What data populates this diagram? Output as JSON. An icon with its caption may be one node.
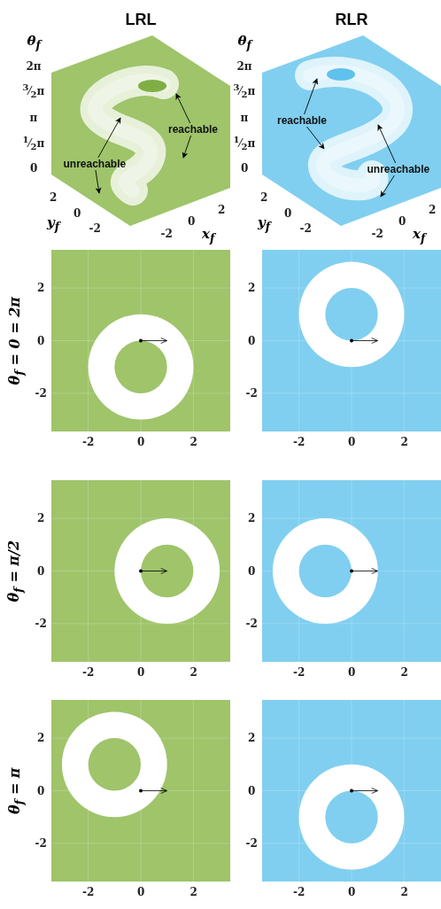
{
  "diagram": {
    "nodes": [
      {
        "text": [
          "reachable"
        ]
      },
      {
        "text": [
          "unreachable"
        ]
      },
      {
        "text": [
          "reachable"
        ]
      },
      {
        "text": [
          "unreachable"
        ]
      }
    ],
    "edges": [
      {
        "from": 0,
        "to": null,
        "arrow": "to"
      },
      {
        "from": 0,
        "to": null,
        "arrow": "to"
      },
      {
        "from": 1,
        "to": null,
        "arrow": "to"
      },
      {
        "from": 1,
        "to": null,
        "arrow": "to"
      },
      {
        "from": 2,
        "to": null,
        "arrow": "to"
      },
      {
        "from": 2,
        "to": null,
        "arrow": "to"
      },
      {
        "from": 3,
        "to": null,
        "arrow": "to"
      },
      {
        "from": 3,
        "to": null,
        "arrow": "to"
      }
    ],
    "labels": [
      "LRL",
      "RLR",
      "θ$_{f}$",
      "2π",
      "$^{3}$⁄$_{2}$π",
      "π",
      "$^{1}$⁄$_{2}$π",
      "0",
      "2",
      "0",
      "-2",
      "y$_{f}$",
      "-2",
      "0",
      "2",
      "x$_{f}$",
      "θ$_{f}$",
      "2π",
      "$^{3}$⁄$_{2}$π",
      "π",
      "$^{1}$⁄$_{2}$π",
      "0",
      "2",
      "0",
      "-2",
      "y$_{f}$",
      "-2",
      "0",
      "2",
      "x$_{f}$",
      "θ$_{f}$ = 0 = 2π",
      "2",
      "0",
      "-2",
      "-2",
      "0",
      "2",
      "2",
      "0",
      "-2",
      "-2",
      "0",
      "2",
      "θ$_{f}$ = π/2",
      "2",
      "0",
      "-2",
      "-2",
      "0",
      "2",
      "2",
      "0",
      "-2",
      "-2",
      "0",
      "2",
      "θ$_{f}$ = π",
      "2",
      "0",
      "-2",
      "-2",
      "0",
      "2",
      "2",
      "0",
      "-2",
      "-2",
      "0",
      "2"
    ]
  }
}
